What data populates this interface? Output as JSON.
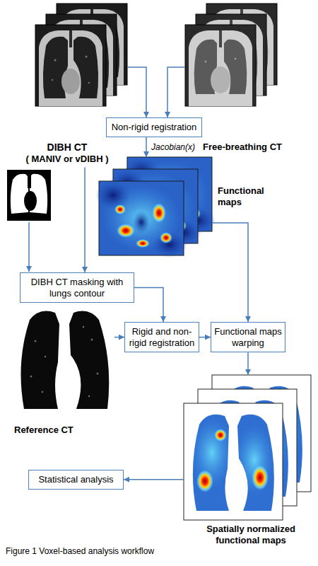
{
  "diagram": {
    "caption": "Figure 1 Voxel-based analysis workflow",
    "nodes": [
      {
        "text": [
          "DIBH CT",
          "( MANIV or vDIBH )"
        ]
      },
      {
        "text": [
          "Free-breathing CT"
        ]
      },
      {
        "text": [
          "Non-rigid registration"
        ]
      },
      {
        "text": [
          "Functional maps"
        ]
      },
      {
        "text": [
          "DIBH CT masking with lungs contour"
        ]
      },
      {
        "text": [
          "Reference CT"
        ]
      },
      {
        "text": [
          "Rigid and non-rigid registration"
        ]
      },
      {
        "text": [
          "Functional maps warping"
        ]
      },
      {
        "text": [
          "Spatially normalized functional maps"
        ]
      },
      {
        "text": [
          "Statistical analysis"
        ]
      }
    ],
    "edges": [
      {
        "from": 0,
        "to": 2,
        "arrow": "to"
      },
      {
        "from": 1,
        "to": 2,
        "arrow": "to"
      },
      {
        "from": 2,
        "to": 3,
        "arrow": "to",
        "label": "Jacobian(x)"
      },
      {
        "from": 0,
        "to": 4,
        "arrow": "to"
      },
      {
        "from": 3,
        "to": 7,
        "arrow": "to"
      },
      {
        "from": 4,
        "to": 6,
        "arrow": "to"
      },
      {
        "from": 5,
        "to": 6,
        "arrow": "to"
      },
      {
        "from": 6,
        "to": 7,
        "arrow": "to"
      },
      {
        "from": 7,
        "to": 8,
        "arrow": "to"
      },
      {
        "from": 8,
        "to": 9,
        "arrow": "to"
      }
    ]
  }
}
